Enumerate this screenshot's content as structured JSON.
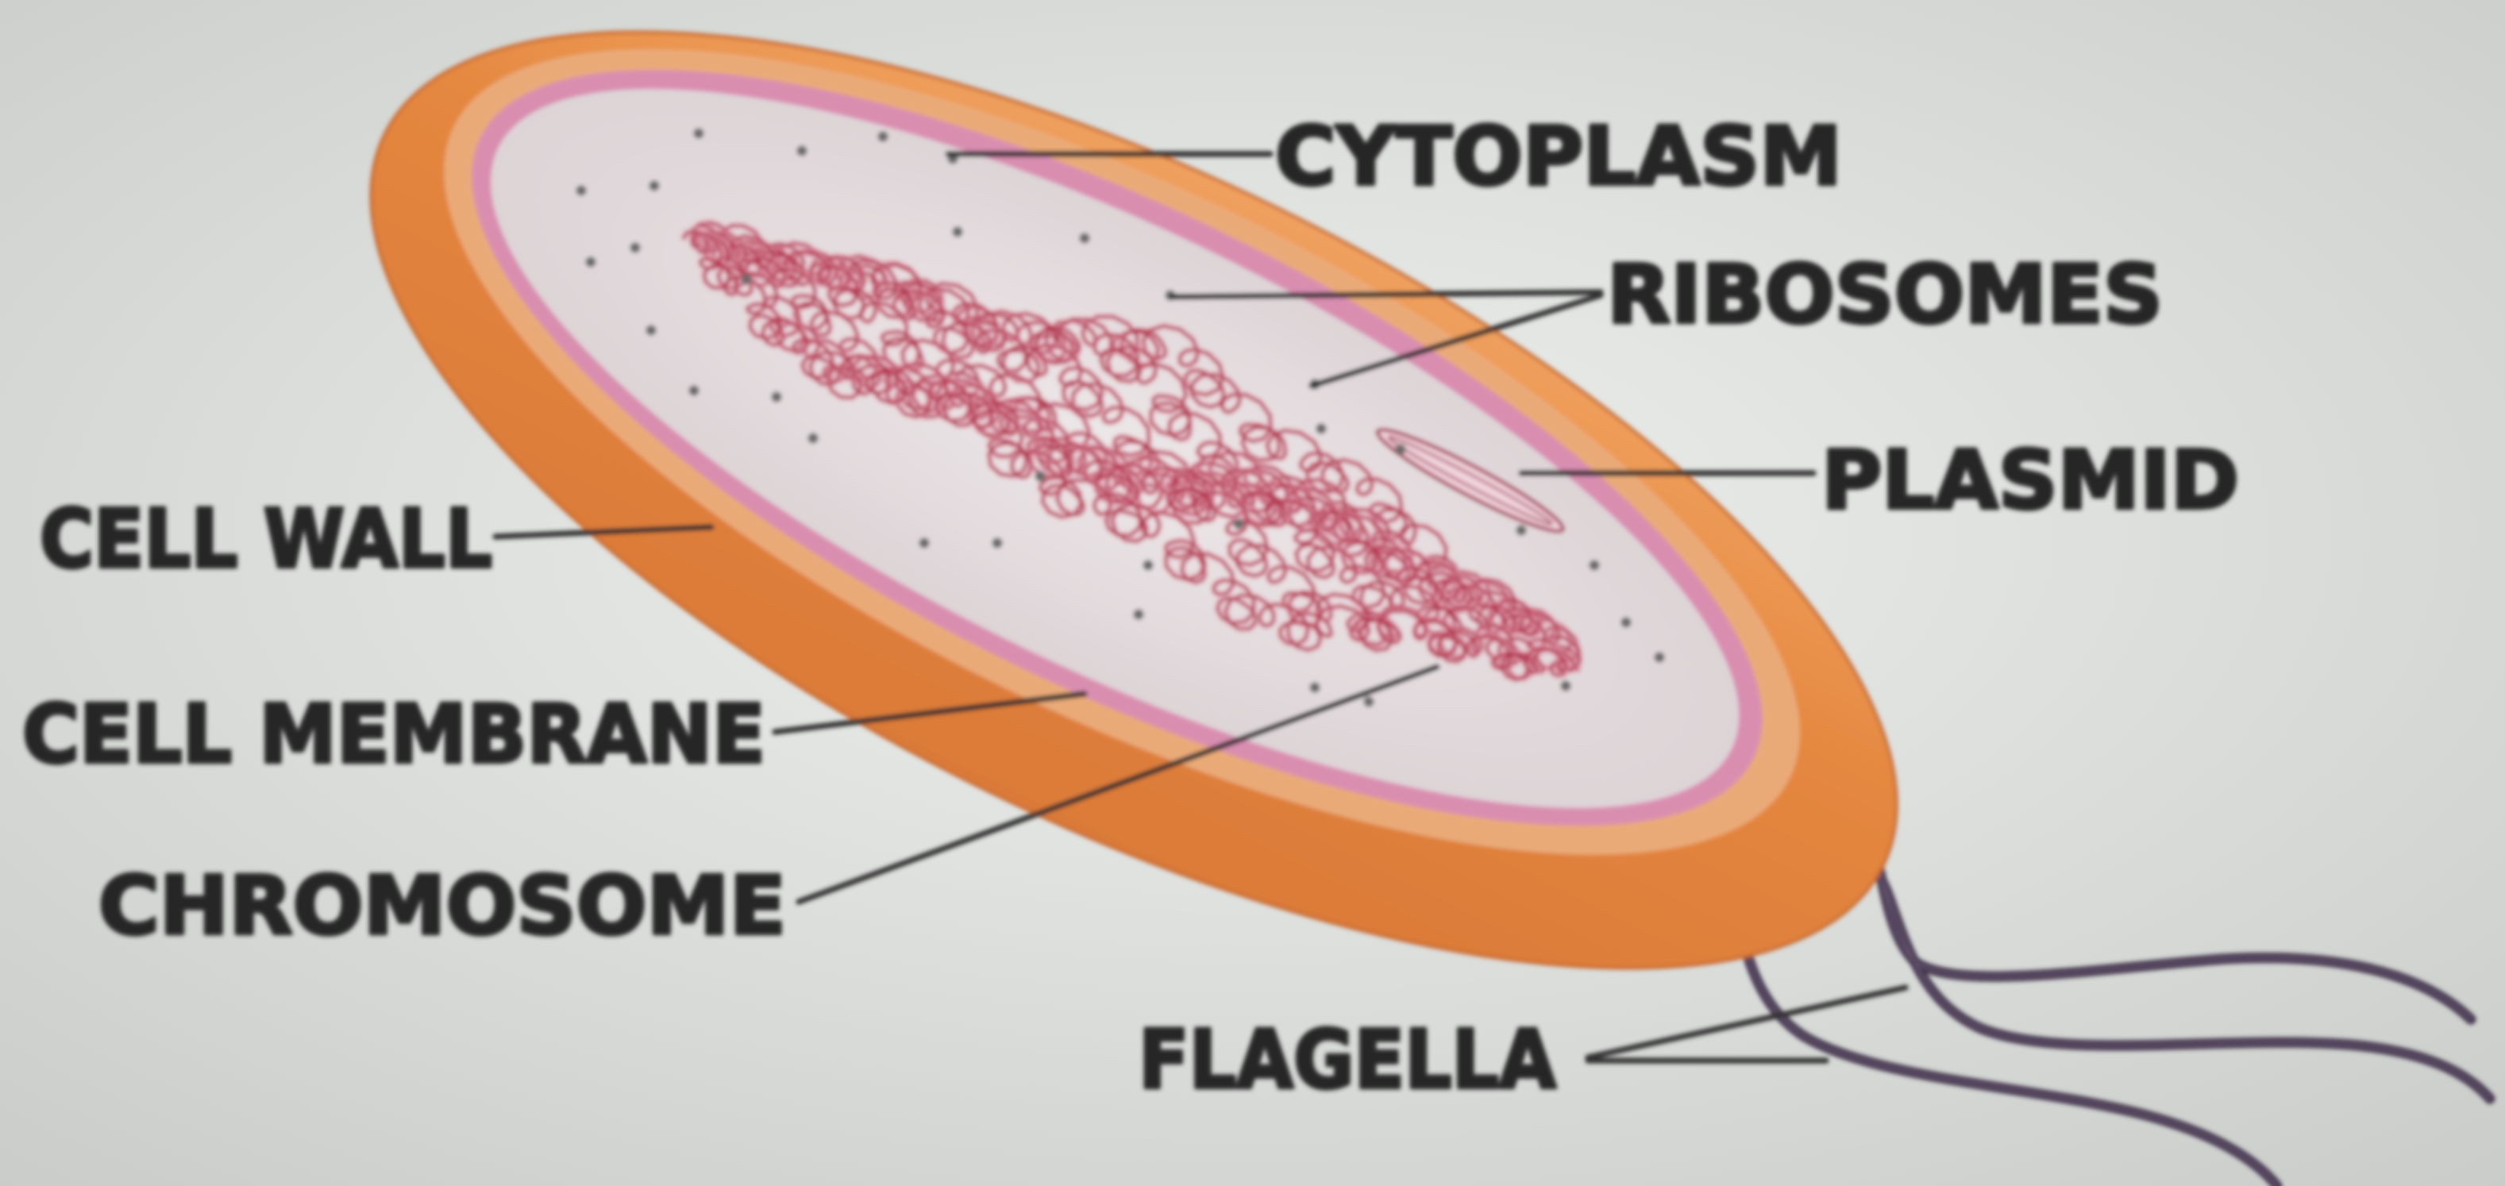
{
  "diagram": {
    "labels": {
      "cytoplasm": "CYTOPLASM",
      "ribosomes": "RIBOSOMES",
      "plasmid": "PLASMID",
      "cell_wall": "CELL WALL",
      "cell_membrane": "CELL MEMBRANE",
      "chromosome": "CHROMOSOME",
      "flagella": "FLAGELLA"
    }
  },
  "colors": {
    "background_center": "#eef0ee",
    "background_edge": "#c9ccc9",
    "cell_wall_light": "#f0a15f",
    "cell_wall": "#db7a38",
    "cell_wall_inner_layer": "#eaaa78",
    "cell_membrane": "#d98eb0",
    "cytoplasm_light": "#ece7e8",
    "cytoplasm": "#dcd2d5",
    "chromosome": "#b3334e",
    "chromosome_halo": "#e7a9b9",
    "plasmid_fill": "#f0d4dc",
    "plasmid_outline": "#a8425e",
    "ribosome": "#6b6b6b",
    "flagella": "#3f3048",
    "label_text": "#262626",
    "leader_line": "#333333"
  }
}
